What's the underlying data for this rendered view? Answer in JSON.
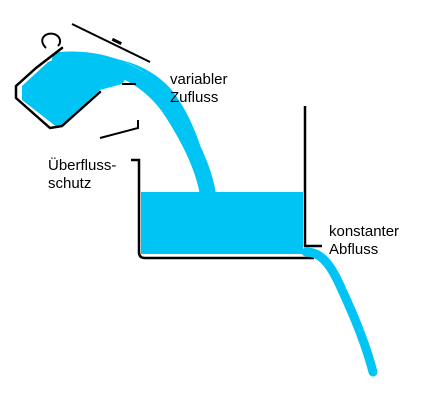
{
  "colors": {
    "water": "#00c4f4",
    "outline": "#000000",
    "background": "#ffffff"
  },
  "labels": {
    "inflow": {
      "line1": "variabler",
      "line2": "Zufluss"
    },
    "overflow": {
      "line1": "Überfluss-",
      "line2": "schutz"
    },
    "outflow": {
      "line1": "konstanter",
      "line2": "Abfluss"
    }
  }
}
